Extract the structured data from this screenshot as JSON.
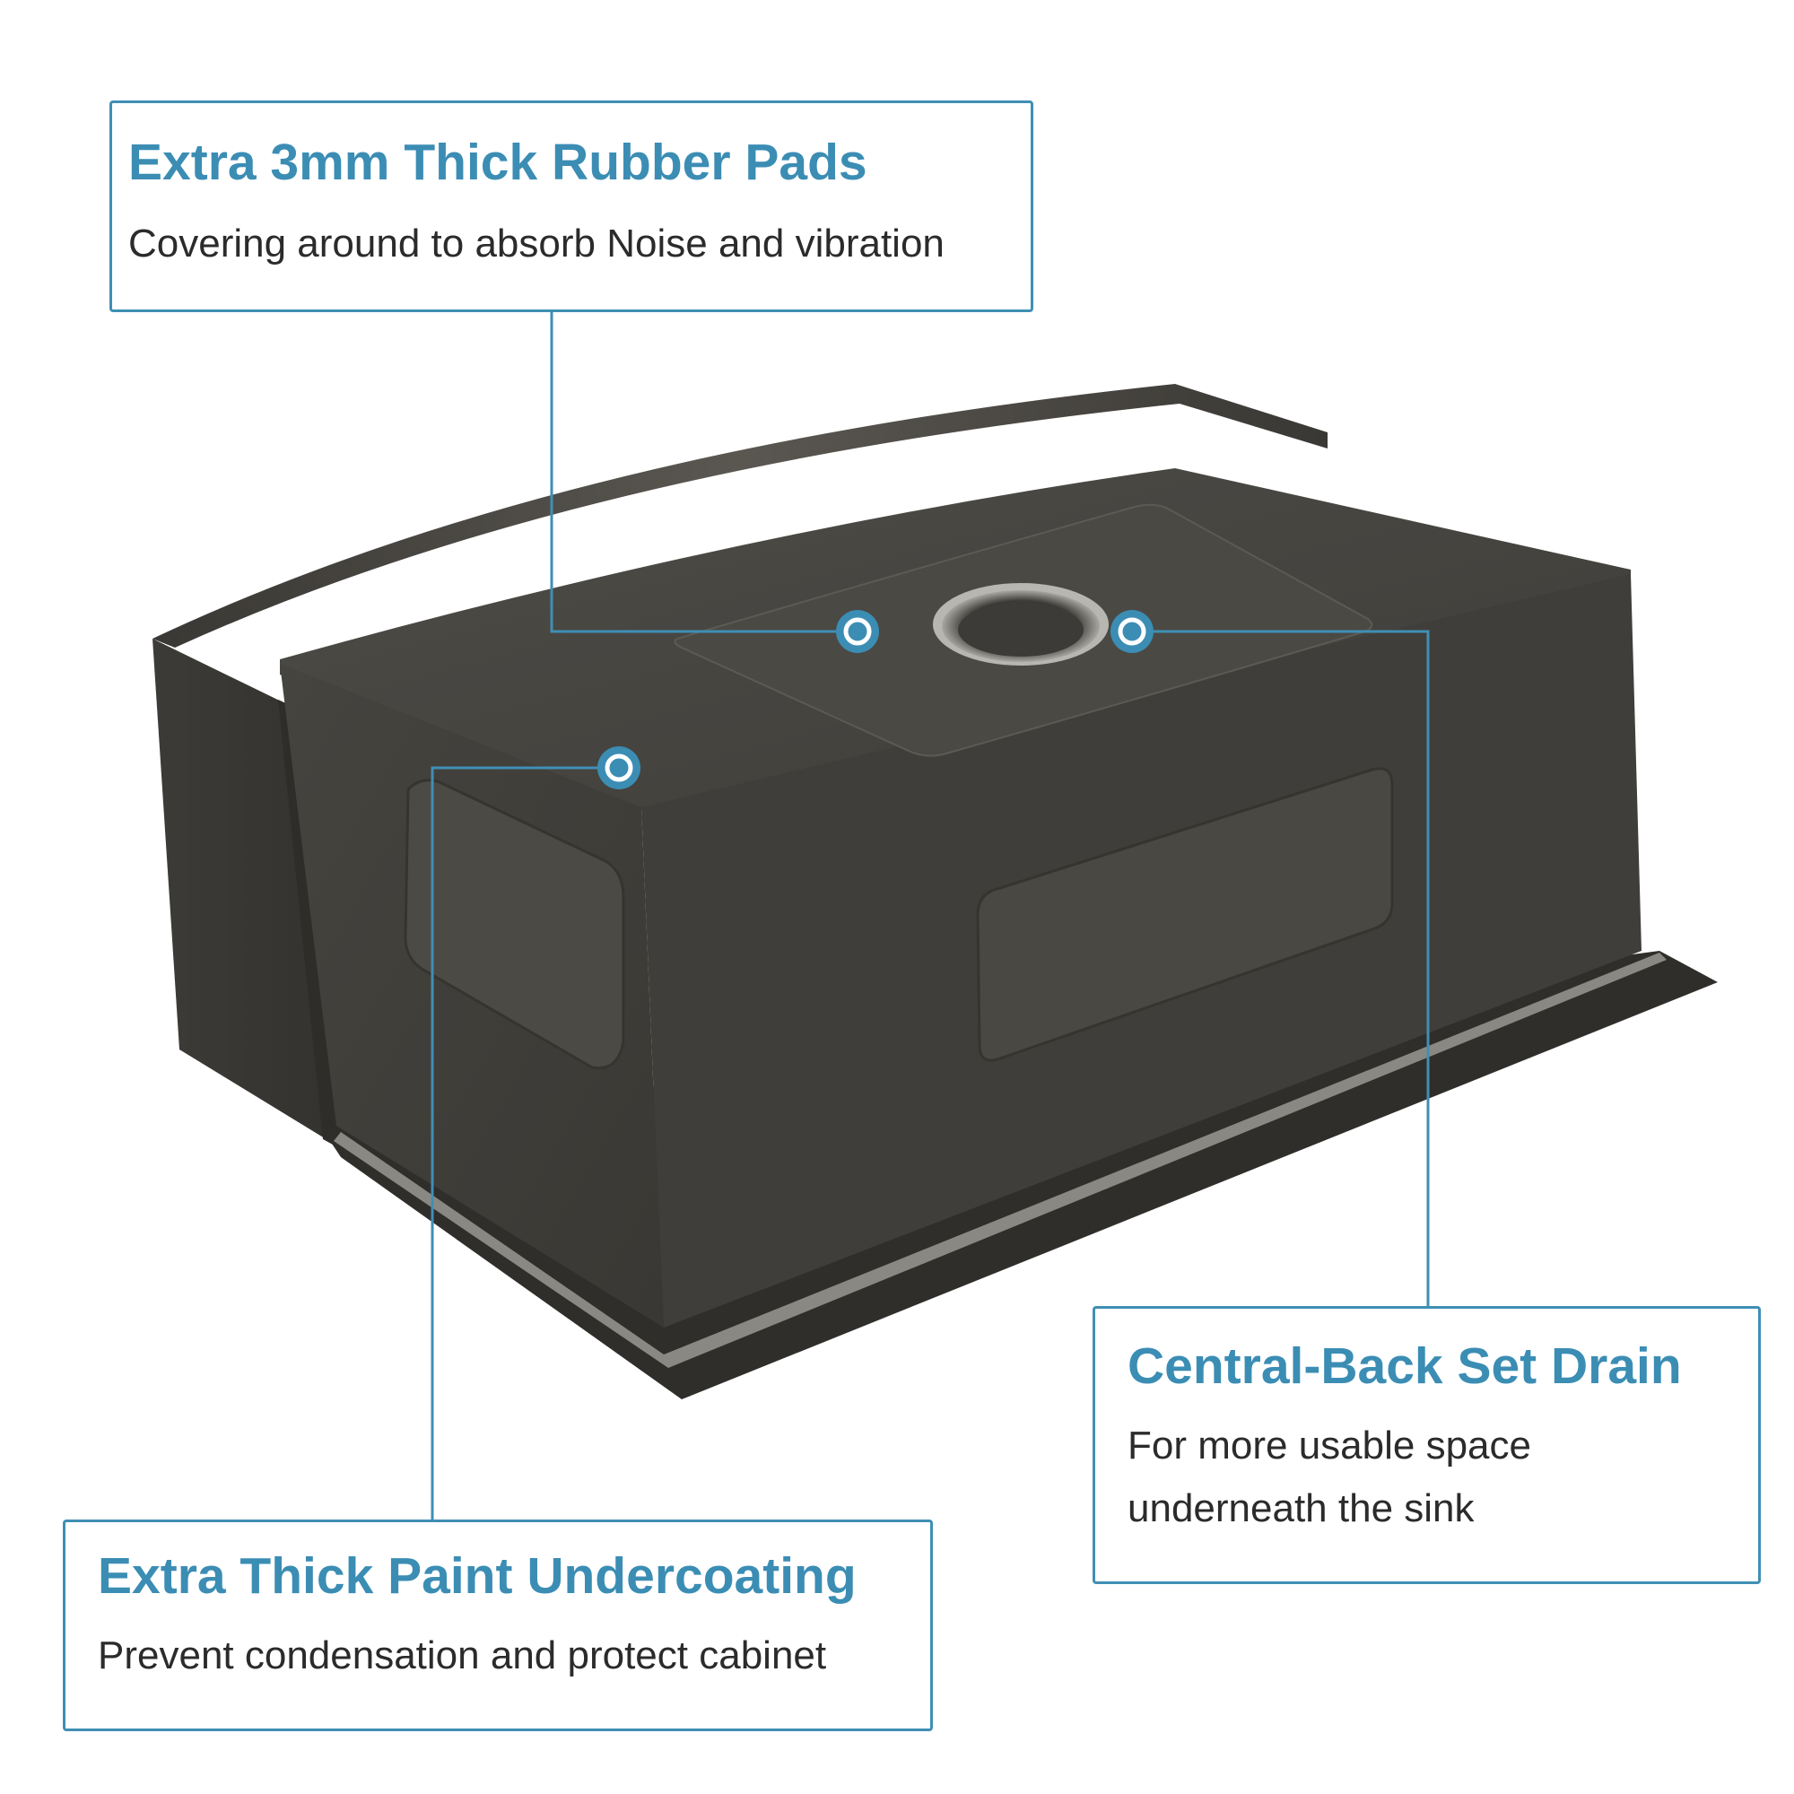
{
  "colors": {
    "accent": "#3b8db4",
    "text": "#2b2b2b",
    "sink_body": "#44423e",
    "background": "#ffffff"
  },
  "callouts": {
    "rubber_pads": {
      "title": "Extra 3mm Thick Rubber Pads",
      "description": "Covering around to absorb Noise and vibration"
    },
    "drain": {
      "title": "Central-Back Set Drain",
      "description": "For more usable space\nunderneath the sink"
    },
    "undercoating": {
      "title": "Extra Thick Paint Undercoating",
      "description": "Prevent condensation and protect cabinet"
    }
  },
  "markers": [
    {
      "name": "rubber-pad-marker-top",
      "icon": "ring-marker-icon"
    },
    {
      "name": "drain-marker",
      "icon": "ring-marker-icon"
    },
    {
      "name": "undercoating-marker",
      "icon": "ring-marker-icon"
    }
  ]
}
